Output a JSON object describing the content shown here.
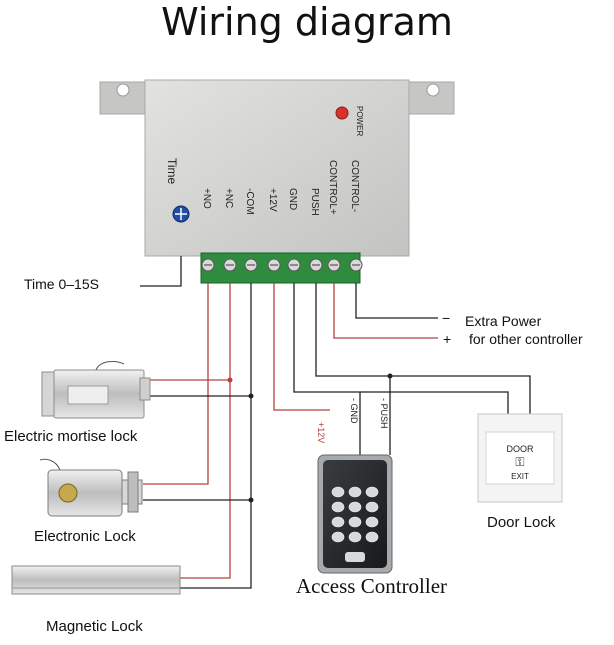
{
  "title": "Wiring diagram",
  "controller": {
    "power_label": "POWER",
    "time_label": "Time",
    "terminals": [
      "+NO",
      "+NC",
      "-COM",
      "+12V",
      "GND",
      "PUSH",
      "CONTROL+",
      "CONTROL-"
    ]
  },
  "time_range": "Time   0–15S",
  "extra_power": {
    "minus_sign": "−",
    "plus_sign": "+",
    "line1": "Extra Power",
    "line2": "for other controller"
  },
  "wire_labels": {
    "v12": "+12V",
    "gnd": "- GND",
    "push": "- PUSH"
  },
  "devices": {
    "mortise": "Electric mortise lock",
    "electronic": "Electronic Lock",
    "magnetic": "Magnetic Lock",
    "access": "Access Controller",
    "door": "Door Lock"
  },
  "door_button": {
    "top": "DOOR",
    "bottom": "EXIT"
  },
  "colors": {
    "red_wire": "#b8413c",
    "black_wire": "#222222",
    "housing": "#d4d5d2",
    "terminal": "#2f8c3e"
  }
}
